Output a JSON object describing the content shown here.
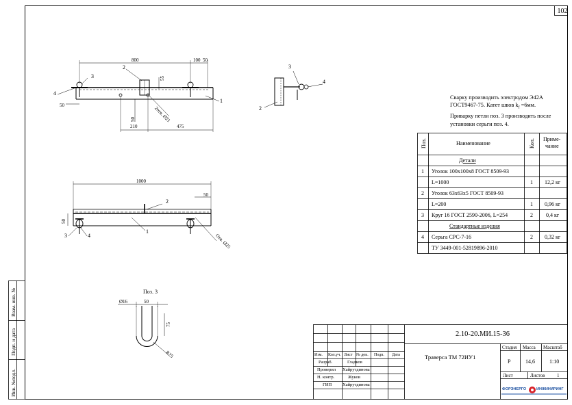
{
  "page_number": "102",
  "notes": [
    "Сварку производить электродом Э42А",
    "ГОСТ9467-75. Катет швов k",
    "=6мм.",
    "Приварку петли поз. 3 производить после",
    "установки серьги поз. 4."
  ],
  "drawing": {
    "top_view": {
      "dim_800": "800",
      "dim_100": "100",
      "dim_50_top": "50",
      "dim_50_left": "50",
      "dim_50_vert": "50",
      "dim_55": "55",
      "dim_210": "210",
      "dim_475": "475",
      "hole": "2отв. Ø21",
      "pos1": "1",
      "pos2": "2",
      "pos3": "3",
      "pos4": "4"
    },
    "side_view": {
      "pos2": "2",
      "pos3": "3",
      "pos4": "4"
    },
    "front_view": {
      "dim_1000": "1000",
      "dim_50_right": "50",
      "dim_50_left": "50",
      "hole": "Отв. Ø25",
      "pos1": "1",
      "pos2": "2",
      "pos3": "3",
      "pos4": "4"
    },
    "detail3": {
      "title": "Поз. 3",
      "d16": "Ø16",
      "d50": "50",
      "d75": "75",
      "r25": "R25"
    }
  },
  "spec": {
    "headers": {
      "pos": "Поз.",
      "name": "Наименование",
      "qty": "Кол.",
      "note": "Приме-чание",
      "note_l1": "Приме-",
      "note_l2": "чание"
    },
    "rows": [
      {
        "pos": "",
        "name": "Детали",
        "qty": "",
        "note": "",
        "section": true
      },
      {
        "pos": "1",
        "name": "Уголок 100х100х8 ГОСТ 8509-93",
        "qty": "",
        "note": ""
      },
      {
        "pos": "",
        "name": "L=1000",
        "qty": "1",
        "note": "12,2 кг"
      },
      {
        "pos": "2",
        "name": "Уголок 63х63х5 ГОСТ 8509-93",
        "qty": "",
        "note": ""
      },
      {
        "pos": "",
        "name": "L=200",
        "qty": "1",
        "note": "0,96 кг"
      },
      {
        "pos": "3",
        "name": "Круг 16 ГОСТ 2590-2006, L=254",
        "qty": "2",
        "note": "0,4 кг"
      },
      {
        "pos": "",
        "name": "Стандартные изделия",
        "qty": "",
        "note": "",
        "section": true
      },
      {
        "pos": "4",
        "name": "Серьга СРС-7-16",
        "qty": "2",
        "note": "0,32 кг"
      },
      {
        "pos": "",
        "name": "ТУ 3449-001-52819896-2010",
        "qty": "",
        "note": ""
      }
    ]
  },
  "side_stamp": {
    "inv_ref": "Взам. инв. №",
    "sign_date": "Подп. и дата",
    "inv_orig": "Инв. №подл."
  },
  "title_block": {
    "code": "2.10-20.МИ.15-36",
    "title": "Траверса ТМ 72ИУ1",
    "stage_label": "Стадия",
    "mass_label": "Масса",
    "scale_label": "Масштаб",
    "stage": "Р",
    "mass": "14,6",
    "scale": "1:10",
    "sheet_label": "Лист",
    "sheets_label": "Листов",
    "sheets": "1",
    "cols": [
      "Изм.",
      "Кол.уч.",
      "Лист",
      "№ док.",
      "Подп.",
      "Дата"
    ],
    "roles": [
      {
        "role": "Разраб.",
        "name": "Гладков"
      },
      {
        "role": "Проверил",
        "name": "Хайрутдинова"
      },
      {
        "role": "Н. контр.",
        "name": "Жуков"
      },
      {
        "role": "ГИП",
        "name": "Хайрутдинова"
      }
    ],
    "logo_left": "ФОРЭНЕРГО",
    "logo_right": "ИНЖИНИРИНГ"
  }
}
